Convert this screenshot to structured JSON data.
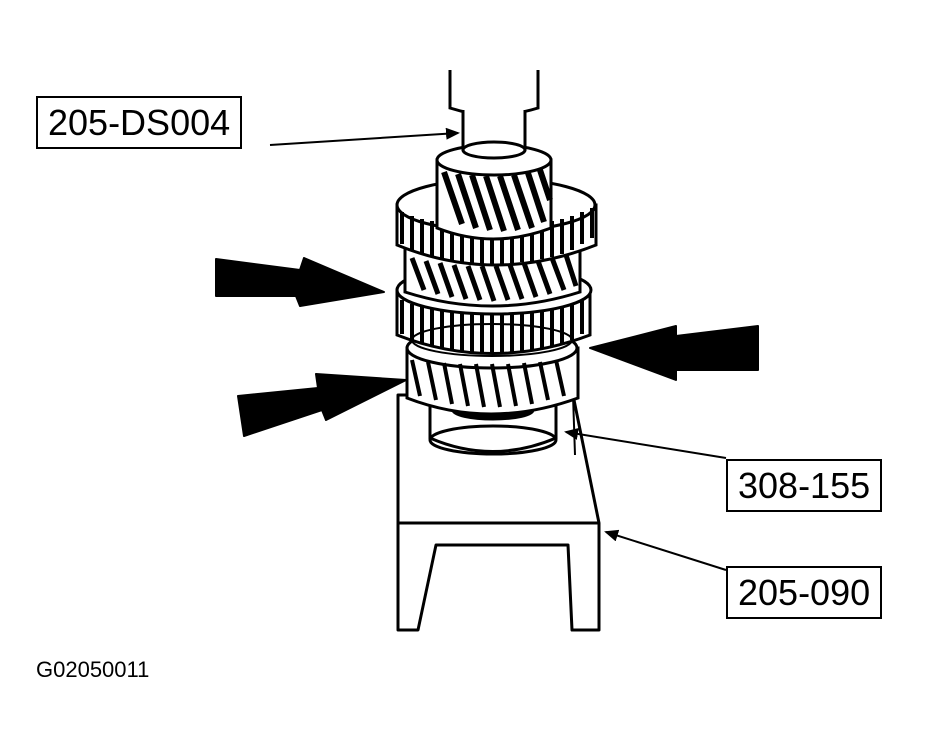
{
  "callouts": {
    "tool_top": "205-DS004",
    "tool_middle": "308-155",
    "tool_bottom": "205-090"
  },
  "figure_id": "G02050011",
  "colors": {
    "ink": "#000000",
    "paper": "#ffffff"
  },
  "icons": {
    "pointer_arrows": "large-filled-double-arrow",
    "leader_arrows": "thin-leader-arrow"
  }
}
